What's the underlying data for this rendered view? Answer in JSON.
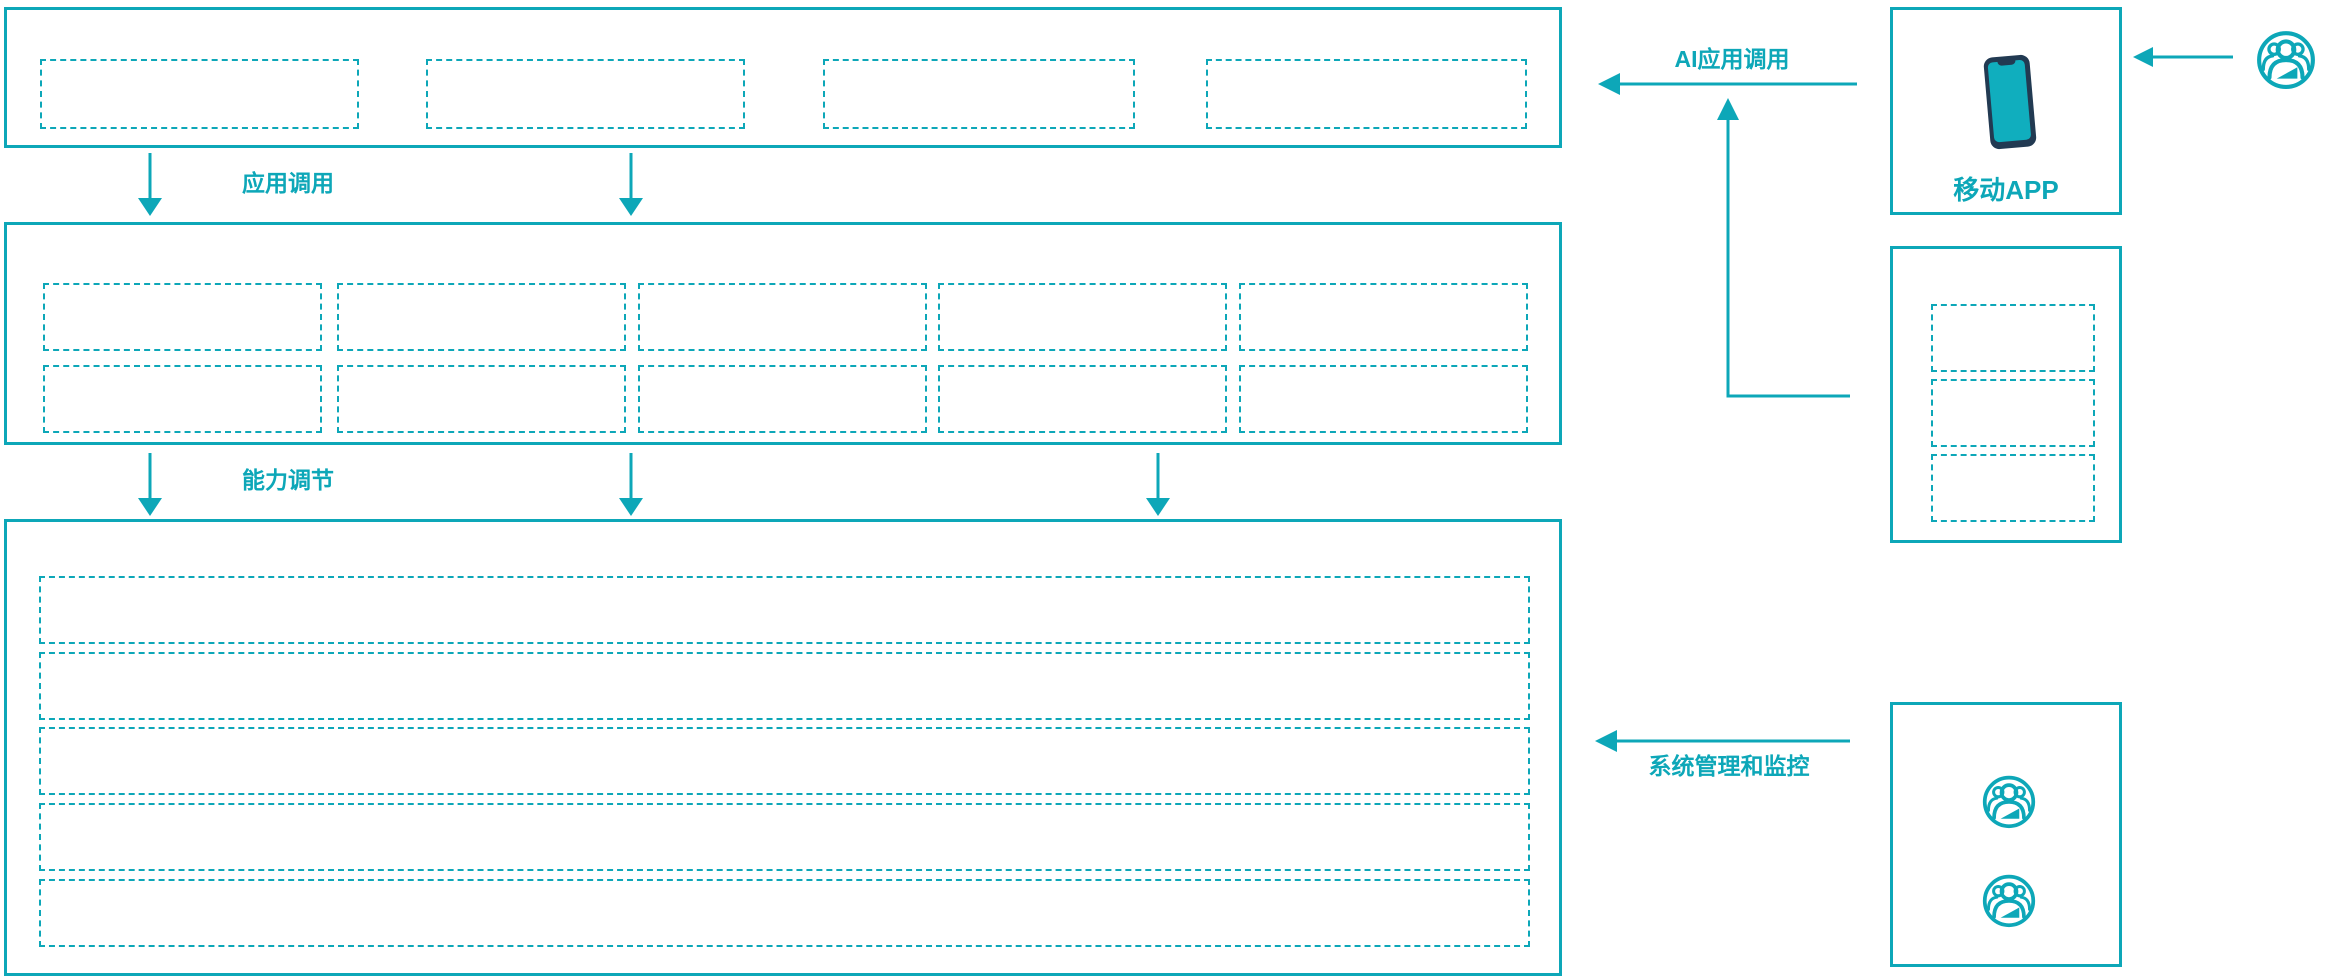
{
  "colors": {
    "teal": "#0da7b8",
    "phone-body": "#223a52",
    "phone-screen": "#10aebe",
    "bg": "#ffffff"
  },
  "labels": {
    "app_call": "应用调用",
    "capability_adjust": "能力调节",
    "ai_app_call": "AI应用调用",
    "system_monitor": "系统管理和监控",
    "mobile_app": "移动APP"
  },
  "structure": {
    "top_layer_placeholder_count": 4,
    "middle_layer_rows": 2,
    "middle_layer_cols": 5,
    "bottom_layer_row_count": 5,
    "side_panel_placeholder_count": 3,
    "admin_panel_user_icon_count": 2
  }
}
